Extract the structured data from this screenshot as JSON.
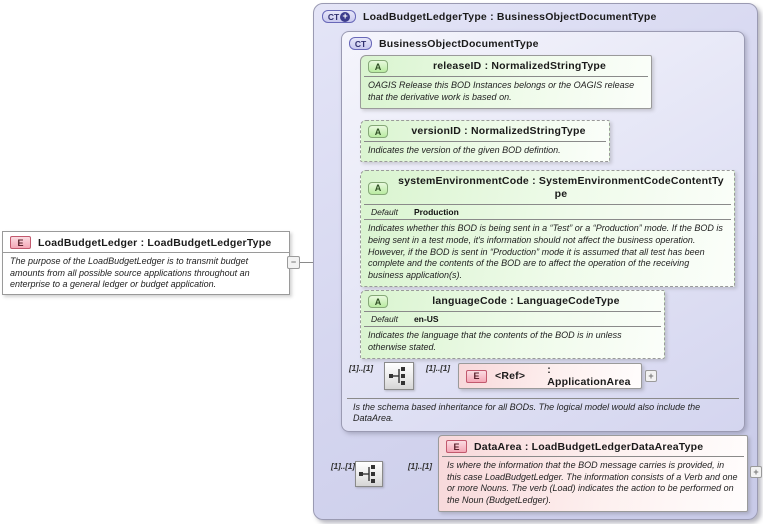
{
  "colors": {
    "attribute_green": "#d9f4cf",
    "element_pink": "#f4a7b6",
    "type_lavender": "#d6d7f0",
    "border_gray": "#9a9a9a"
  },
  "element_box": {
    "badge": "E",
    "title": "LoadBudgetLedger : LoadBudgetLedgerType",
    "description": "The purpose of the LoadBudgetLedger is to transmit budget amounts from all possible source applications throughout an enterprise to a general ledger or budget application.",
    "collapse_glyph": "−"
  },
  "container": {
    "badge": "CT",
    "badge_plus": "+",
    "title": "LoadBudgetLedgerType : BusinessObjectDocumentType",
    "inner": {
      "badge": "CT",
      "title": "BusinessObjectDocumentType",
      "attributes": [
        {
          "badge": "A",
          "title": "releaseID : NormalizedStringType",
          "description": "OAGIS Release this BOD Instances belongs or the OAGIS release that the derivative work is based on."
        },
        {
          "badge": "A",
          "title": "versionID : NormalizedStringType",
          "description": "Indicates the version of the given BOD defintion."
        },
        {
          "badge": "A",
          "title": "systemEnvironmentCode : SystemEnvironmentCodeContentType",
          "default_label": "Default",
          "default_value": "Production",
          "description": "Indicates whether this BOD is being sent in a “Test” or a “Production” mode. If the BOD is being sent in a test mode, it's information should not affect the business operation. However, if the BOD is sent in “Production” mode it is assumed that all test has been complete and the contents of the BOD are to affect the operation of the receiving business application(s)."
        },
        {
          "badge": "A",
          "title": "languageCode : LanguageCodeType",
          "default_label": "Default",
          "default_value": "en-US",
          "description": "Indicates the language that the contents of the BOD is in unless otherwise stated."
        }
      ],
      "ref_row": {
        "occ_left": "[1]..[1]",
        "occ_right": "[1]..[1]",
        "ref": {
          "badge": "E",
          "name": "<Ref>",
          "type": ": ApplicationArea",
          "expand_glyph": "+"
        }
      },
      "footnote": "Is the schema based inheritance for all BODs. The logical model would also include the DataArea."
    },
    "data_area_row": {
      "occ_left": "[1]..[1]",
      "occ_right": "[1]..[1]",
      "box": {
        "badge": "E",
        "title": "DataArea : LoadBudgetLedgerDataAreaType",
        "description": "Is where the information that the BOD message carries is provided, in this case LoadBudgetLedger. The information consists of a Verb and one or more Nouns. The verb (Load) indicates the action to be performed on the Noun (BudgetLedger).",
        "expand_glyph": "+"
      }
    }
  }
}
